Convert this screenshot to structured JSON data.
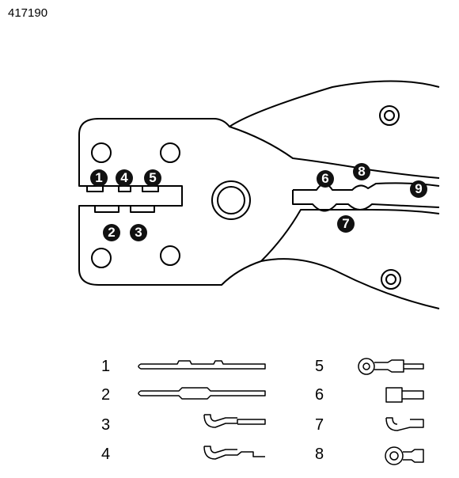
{
  "part_code": "417190",
  "die_positions": [
    "1",
    "2",
    "3",
    "4",
    "5",
    "6",
    "7",
    "8",
    "9"
  ],
  "legend": [
    {
      "label": "1",
      "icon": "pin-terminal-icon"
    },
    {
      "label": "2",
      "icon": "barrel-pin-terminal-icon"
    },
    {
      "label": "3",
      "icon": "small-fork-terminal-icon"
    },
    {
      "label": "4",
      "icon": "fork-terminal-icon"
    },
    {
      "label": "5",
      "icon": "ring-terminal-icon"
    },
    {
      "label": "6",
      "icon": "flat-receptacle-terminal-icon"
    },
    {
      "label": "7",
      "icon": "spade-terminal-icon"
    },
    {
      "label": "8",
      "icon": "ring-terminal-large-icon"
    }
  ]
}
